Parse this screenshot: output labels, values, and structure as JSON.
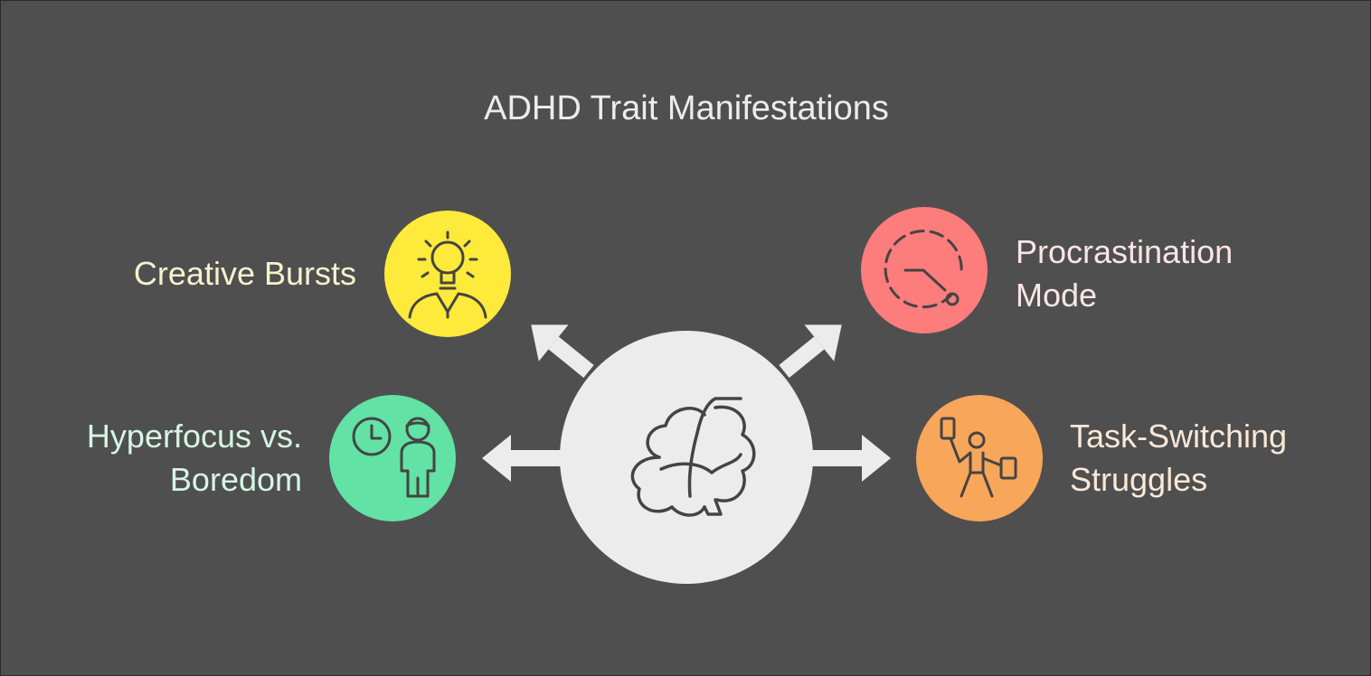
{
  "title": "ADHD Trait Manifestations",
  "center": {
    "icon": "brain-icon",
    "color": "#ececec"
  },
  "nodes": [
    {
      "id": "creative",
      "lines": [
        "Creative Bursts"
      ],
      "icon": "lightbulb-person-icon",
      "color": "#fdea3b"
    },
    {
      "id": "hyper",
      "lines": [
        "Hyperfocus vs.",
        "Boredom"
      ],
      "icon": "clock-person-icon",
      "color": "#62e2a5"
    },
    {
      "id": "procras",
      "lines": [
        "Procrastination",
        "Mode"
      ],
      "icon": "timer-icon",
      "color": "#fd7c7c"
    },
    {
      "id": "task",
      "lines": [
        "Task-Switching",
        "Struggles"
      ],
      "icon": "juggling-person-icon",
      "color": "#f8a65a"
    }
  ],
  "colors": {
    "background": "#4f4f4f",
    "arrow": "#ececec",
    "title": "#ececec",
    "icon_stroke": "#444444"
  }
}
